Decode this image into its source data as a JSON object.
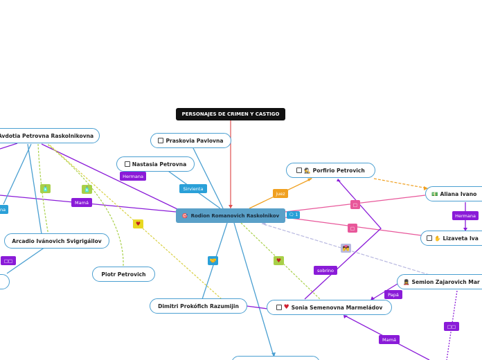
{
  "title": "PERSONAJES DE CRIMEN Y CASTIGO",
  "central": "Rodion Romanovich Raskolnikov",
  "central_badge": "🗨 1",
  "nodes": {
    "avdotia": "Avdotia Petrovna Raskolnikovna",
    "praskovia": "Praskovia Pavlovna",
    "nastasia": "Nastasia Petrovna",
    "porfirio": "Porfirio Petrovich",
    "aliana": "Aliana Ivano",
    "lizaveta": "Lizaveta Iva",
    "arcadio": "Arcadio Ivánovich Svigrigáilov",
    "piotr": "Piotr Petrovich",
    "dimitri": "Dimitri Prokófich Razumijin",
    "sonia": "Sonia Semenovna Marmeládov",
    "semion": "Semion Zajarovich Mar"
  },
  "labels": {
    "hermana_left": "Hermana",
    "sirvienta": "Sirvienta",
    "mama_left": "Mamá",
    "na_edge": "na",
    "juez": "juez",
    "hermana_right": "Hermana",
    "sobrino": "sobrino",
    "papa": "Papá",
    "mama_bottom": "Mamá",
    "squares_left": "□□",
    "squares_right": "□□",
    "square_1": "□",
    "square_2": "□"
  },
  "icons": {
    "heart": "♥",
    "handshake": "🤝",
    "kiss": "💏",
    "bottle": "🧴",
    "detective": "🕵",
    "money": "💵",
    "guard": "💂",
    "hand": "✋",
    "target": "🎯"
  },
  "colors": {
    "blue_link": "#4a9fd1",
    "purple_link": "#8a1bd8",
    "orange_link": "#f0a020",
    "pink_link": "#e8579a",
    "green_dashed": "#a8d048",
    "yellow_dashed": "#d8d040",
    "red_link": "#e05050"
  }
}
